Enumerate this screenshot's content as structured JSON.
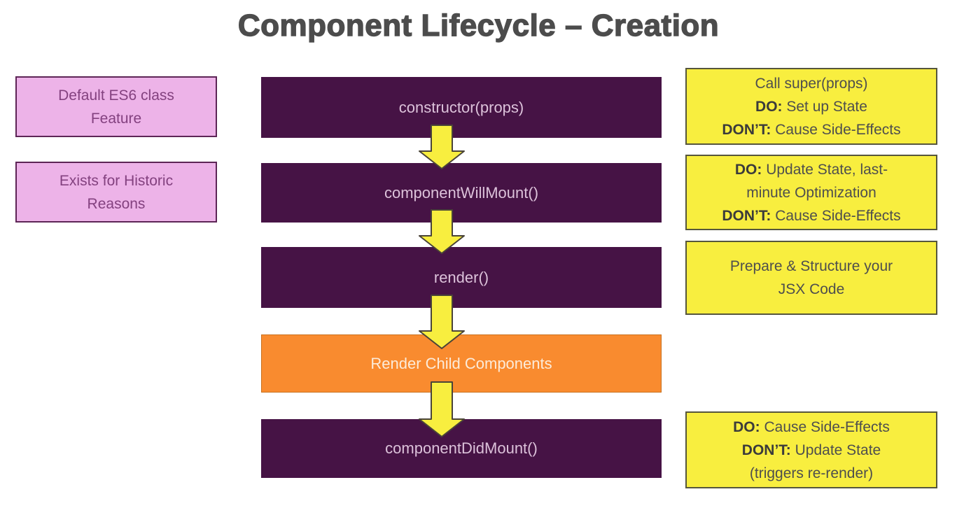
{
  "title": "Component Lifecycle – Creation",
  "colors": {
    "background": "#ffffff",
    "title_color": "#4c4c4c",
    "purple_box": "#461345",
    "purple_text": "#dcc2da",
    "orange_box": "#f98b2f",
    "orange_border": "#c9711f",
    "orange_text": "#fcebd9",
    "pink_box": "#edb3e8",
    "pink_border": "#5d2556",
    "pink_text": "#83417f",
    "yellow_box": "#f8ee3f",
    "yellow_border": "#56563c",
    "note_text": "#4e4e4e",
    "note_text_bold": "#3b3b3b",
    "arrow_fill": "#f8ee3f",
    "arrow_outline": "#4a4438"
  },
  "steps": [
    {
      "label": "constructor(props)",
      "variant": "purple"
    },
    {
      "label": "componentWillMount()",
      "variant": "purple"
    },
    {
      "label": "render()",
      "variant": "purple"
    },
    {
      "label": "Render Child Components",
      "variant": "orange"
    },
    {
      "label": "componentDidMount()",
      "variant": "purple"
    }
  ],
  "left_notes": [
    {
      "lines": [
        "Default ES6 class",
        "Feature"
      ]
    },
    {
      "lines": [
        "Exists for Historic",
        "Reasons"
      ]
    }
  ],
  "right_notes": [
    {
      "lines": [
        [
          {
            "text": "Call super(props)",
            "bold": false
          }
        ],
        [
          {
            "text": "DO:",
            "bold": true
          },
          {
            "text": " Set up State",
            "bold": false
          }
        ],
        [
          {
            "text": "DON’T:",
            "bold": true
          },
          {
            "text": " Cause Side-Effects",
            "bold": false
          }
        ]
      ]
    },
    {
      "lines": [
        [
          {
            "text": "DO:",
            "bold": true
          },
          {
            "text": " Update State, last-",
            "bold": false
          }
        ],
        [
          {
            "text": "minute Optimization",
            "bold": false
          }
        ],
        [
          {
            "text": "DON’T:",
            "bold": true
          },
          {
            "text": " Cause Side-Effects",
            "bold": false
          }
        ]
      ]
    },
    {
      "lines": [
        [
          {
            "text": "Prepare & Structure your",
            "bold": false
          }
        ],
        [
          {
            "text": "JSX Code",
            "bold": false
          }
        ]
      ]
    },
    {
      "lines": [
        [
          {
            "text": "DO:",
            "bold": true
          },
          {
            "text": " Cause Side-Effects",
            "bold": false
          }
        ],
        [
          {
            "text": "DON’T:",
            "bold": true
          },
          {
            "text": " Update State",
            "bold": false
          }
        ],
        [
          {
            "text": "(triggers re-render)",
            "bold": false
          }
        ]
      ]
    }
  ]
}
